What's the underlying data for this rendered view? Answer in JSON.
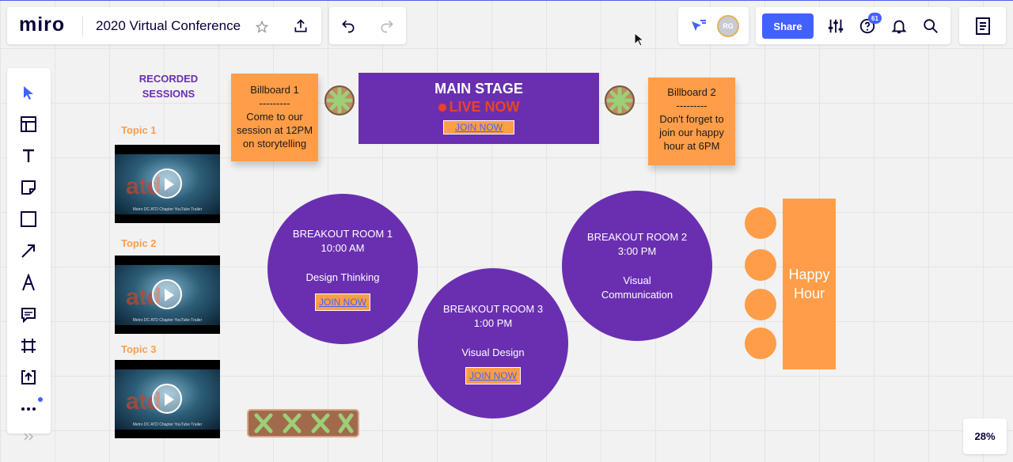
{
  "app": {
    "logo": "miro",
    "board_title": "2020 Virtual Conference"
  },
  "toolbar": {
    "share_label": "Share",
    "help_badge": "61",
    "avatar_initials": "RG",
    "zoom": "28%"
  },
  "left_tools": [
    "select-cursor-icon",
    "templates-icon",
    "text-icon",
    "sticky-note-icon",
    "shape-icon",
    "line-arrow-icon",
    "pen-icon",
    "comment-icon",
    "frame-icon",
    "upload-icon",
    "more-icon"
  ],
  "board": {
    "recorded_sessions": {
      "line1": "RECORDED",
      "line2": "SESSIONS"
    },
    "topics": [
      {
        "label": "Topic 1",
        "video_caption": "Metro DC ATD Chapter YouTube Trailer"
      },
      {
        "label": "Topic 2",
        "video_caption": "Metro DC ATD Chapter YouTube Trailer"
      },
      {
        "label": "Topic 3",
        "video_caption": "Metro DC ATD Chapter YouTube Trailer"
      }
    ],
    "video_brand": "atd",
    "billboard1": {
      "title": "Billboard 1",
      "divider": "---------",
      "line1": "Come to our",
      "line2": "session at 12PM",
      "line3": "on storytelling"
    },
    "billboard2": {
      "title": "Billboard 2",
      "divider": "---------",
      "line1": "Don't forget to",
      "line2": "join our happy",
      "line3": "hour at 6PM"
    },
    "main_stage": {
      "title": "MAIN STAGE",
      "live": "LIVE NOW",
      "join": "JOIN NOW"
    },
    "rooms": [
      {
        "name": "BREAKOUT ROOM 1",
        "time": "10:00 AM",
        "topic": "Design Thinking",
        "join": "JOIN NOW"
      },
      {
        "name": "BREAKOUT ROOM 2",
        "time": "3:00 PM",
        "topic1": "Visual",
        "topic2": "Communication"
      },
      {
        "name": "BREAKOUT ROOM 3",
        "time": "1:00 PM",
        "topic": "Visual Design",
        "join": "JOIN NOW"
      }
    ],
    "happy_hour": {
      "line1": "Happy",
      "line2": "Hour"
    }
  },
  "colors": {
    "accent": "#4262ff",
    "room": "#6a2fb0",
    "sticky": "#ff9d48",
    "live": "#e8432c"
  }
}
